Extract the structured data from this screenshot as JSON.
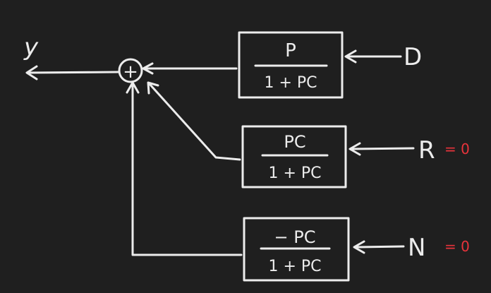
{
  "diagram": {
    "output_label": "y",
    "summing_junction_symbol": "+",
    "blocks": [
      {
        "id": "block-disturbance",
        "numerator": "P",
        "denominator": "1 + PC",
        "input_label": "D",
        "input_value": ""
      },
      {
        "id": "block-reference",
        "numerator": "PC",
        "denominator": "1 + PC",
        "input_label": "R",
        "input_value": "= 0"
      },
      {
        "id": "block-noise",
        "numerator": "− PC",
        "denominator": "1 + PC",
        "input_label": "N",
        "input_value": "= 0"
      }
    ],
    "colors": {
      "background": "#1f1f1f",
      "ink": "#ececec",
      "annotation": "#e8333b"
    }
  }
}
